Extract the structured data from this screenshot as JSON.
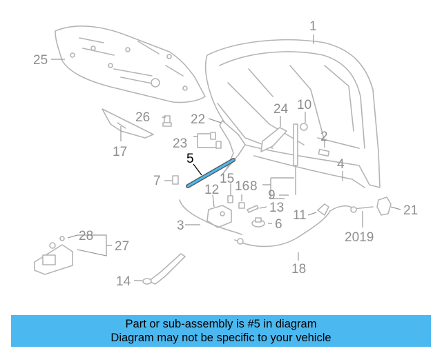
{
  "highlight_color": "#4cb8f0",
  "callouts": {
    "c1": "1",
    "c2": "2",
    "c3": "3",
    "c4": "4",
    "c5": "5",
    "c6": "6",
    "c7": "7",
    "c8": "8",
    "c9": "9",
    "c10": "10",
    "c11": "11",
    "c12": "12",
    "c13": "13",
    "c14": "14",
    "c15": "15",
    "c16": "16",
    "c17": "17",
    "c18": "18",
    "c2019": "2019",
    "c21": "21",
    "c22": "22",
    "c23": "23",
    "c24": "24",
    "c25": "25",
    "c26": "26",
    "c27": "27",
    "c28": "28"
  },
  "banner": {
    "line1": "Part or sub-assembly is #5 in diagram",
    "line2": "Diagram may not be specific to your vehicle"
  }
}
